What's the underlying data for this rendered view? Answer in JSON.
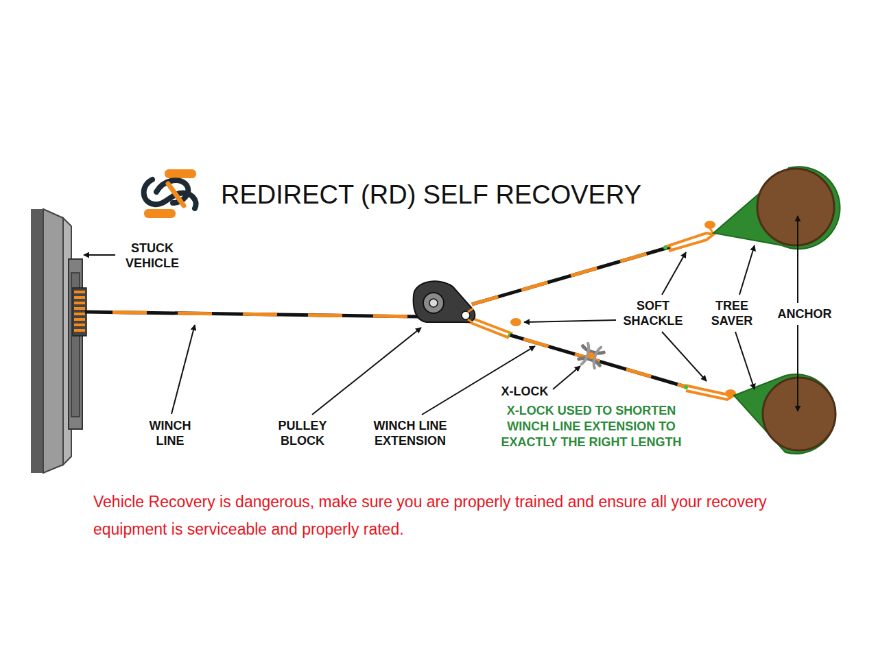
{
  "diagram": {
    "title": "REDIRECT (RD) SELF RECOVERY",
    "caption": "Vehicle Recovery is dangerous, make sure you are properly trained and ensure all your recovery equipment is serviceable and properly rated.",
    "labels": [
      "STUCK VEHICLE",
      "WINCH LINE",
      "PULLEY BLOCK",
      "WINCH LINE EXTENSION",
      "SOFT SHACKLE",
      "TREE SAVER",
      "ANCHOR",
      "X-LOCK",
      "X-LOCK USED TO SHORTEN WINCH LINE EXTENSION TO EXACTLY THE RIGHT LENGTH"
    ]
  }
}
